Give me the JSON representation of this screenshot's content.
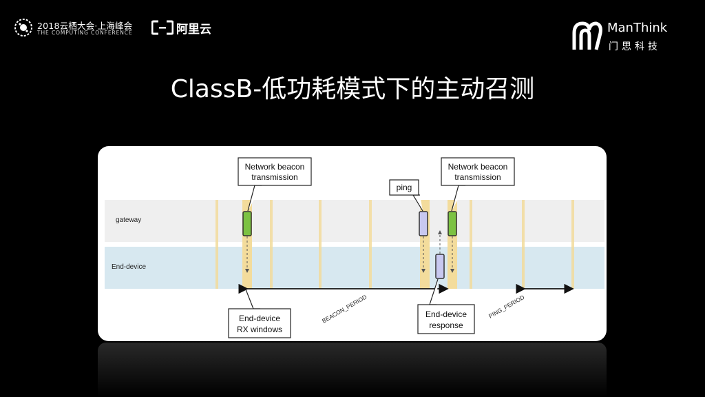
{
  "header": {
    "conference_title": "2018云栖大会·上海峰会",
    "conference_subtitle": "THE COMPUTING CONFERENCE",
    "aliyun_label": "阿里云",
    "company_en": "ManThink",
    "company_cn": "门思科技"
  },
  "slide": {
    "title": "ClassB-低功耗模式下的主动召测"
  },
  "diagram": {
    "lanes": {
      "gateway": "gateway",
      "end_device": "End-device"
    },
    "callouts": {
      "beacon_1": [
        "Network beacon",
        "transmission"
      ],
      "ping": "ping",
      "beacon_2": [
        "Network beacon",
        "transmission"
      ],
      "rx_windows": [
        "End-device",
        "RX windows"
      ],
      "response": [
        "End-device",
        "response"
      ]
    },
    "axis_labels": {
      "beacon_period": "BEACON_PERIOD",
      "ping_period": "PING_PERIOD"
    },
    "colors": {
      "beacon_block": "#7cc242",
      "ping_block": "#c8c8f0",
      "slot": "#f3dc9c",
      "gateway_lane": "#efefef",
      "device_lane": "#d7e8f0"
    }
  }
}
